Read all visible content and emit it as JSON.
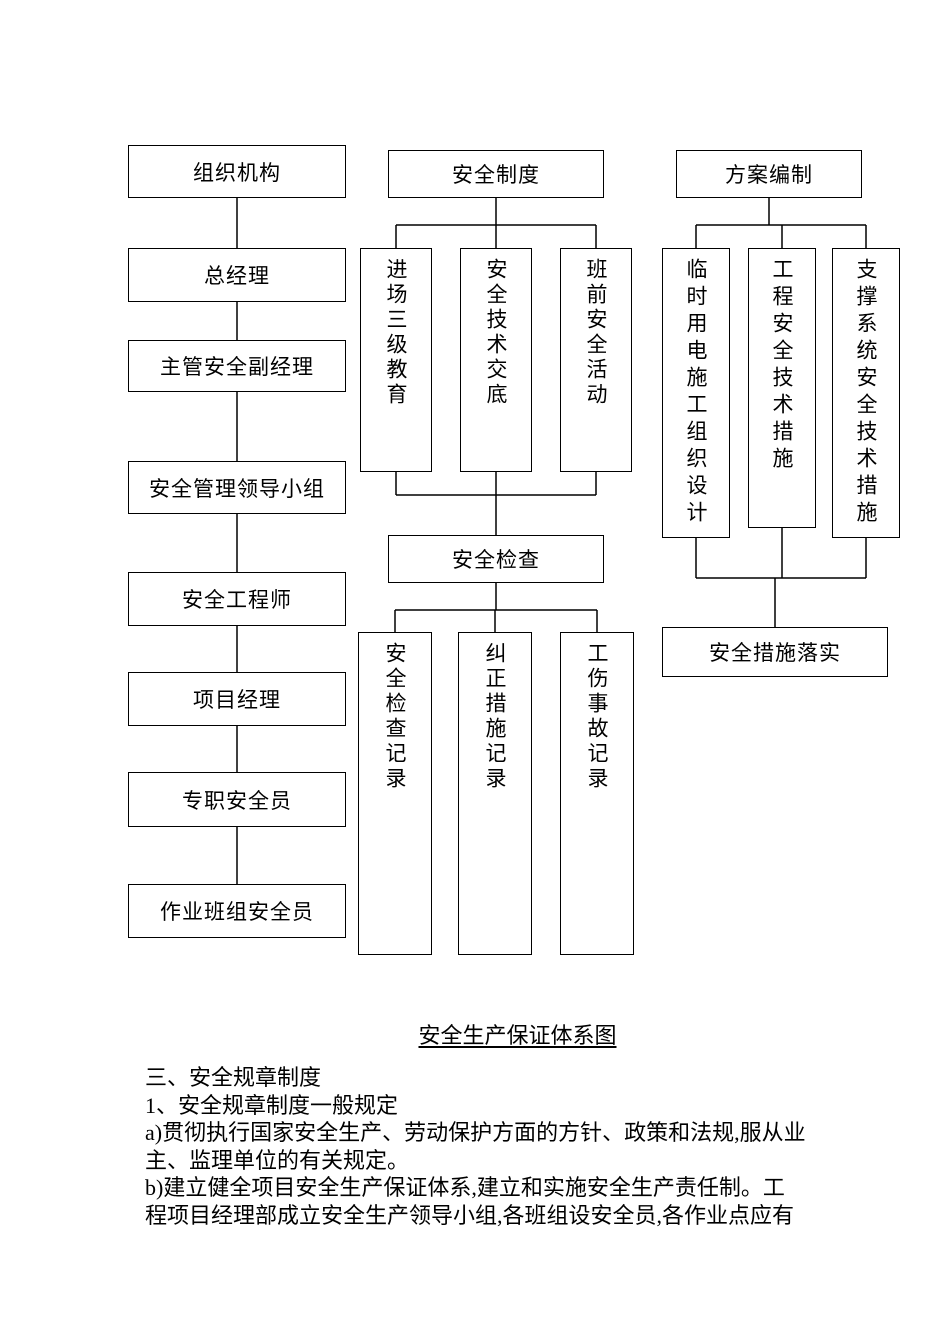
{
  "diagram": {
    "org_chain": [
      "组织机构",
      "总经理",
      "主管安全副经理",
      "安全管理领导小组",
      "安全工程师",
      "项目经理",
      "专职安全员",
      "作业班组安全员"
    ],
    "system": {
      "header": "安全制度",
      "items": [
        "进场三级教育",
        "安全技术交底",
        "班前安全活动"
      ]
    },
    "inspection": {
      "header": "安全检查",
      "items": [
        "安全检查记录",
        "纠正措施记录",
        "工伤事故记录"
      ]
    },
    "plan": {
      "header": "方案编制",
      "items": [
        "临时用电施工组织设计",
        "工程安全技术措施",
        "支撑系统安全技术措施"
      ],
      "result": "安全措施落实"
    },
    "caption": "安全生产保证体系图"
  },
  "body": {
    "lines": [
      "三、安全规章制度",
      "1、安全规章制度一般规定",
      "a)贯彻执行国家安全生产、劳动保护方面的方针、政策和法规,服从业",
      "主、监理单位的有关规定。",
      "b)建立健全项目安全生产保证体系,建立和实施安全生产责任制。工",
      "程项目经理部成立安全生产领导小组,各班组设安全员,各作业点应有"
    ]
  }
}
